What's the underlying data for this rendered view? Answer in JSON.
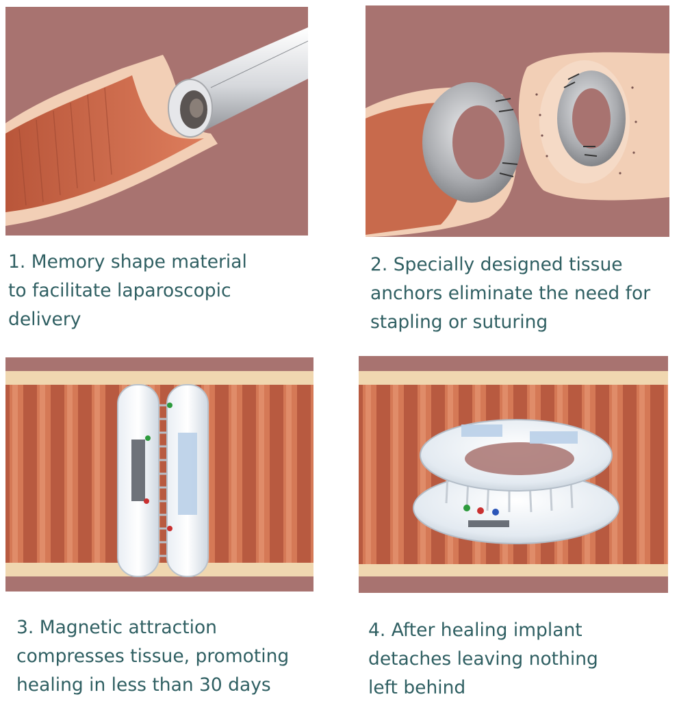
{
  "steps": [
    {
      "number": 1,
      "caption": "1. Memory shape material\nto facilitate laparoscopic\ndelivery",
      "illustration": "laparoscopic-delivery-illustration"
    },
    {
      "number": 2,
      "caption": "2. Specially designed tissue\nanchors eliminate the need for\nstapling or suturing",
      "illustration": "tissue-anchors-illustration"
    },
    {
      "number": 3,
      "caption": "3. Magnetic attraction\ncompresses tissue, promoting\nhealing in less than 30 days",
      "illustration": "magnetic-compression-illustration"
    },
    {
      "number": 4,
      "caption": "4. After healing implant\ndetaches leaving nothing\nleft behind",
      "illustration": "implant-detached-illustration"
    }
  ],
  "colors": {
    "background": "#a87370",
    "tissue_outer": "#f2cfb6",
    "tissue_inner": "#c86a4c",
    "device_gray": "#9ea0a4",
    "device_white": "#eef0f2",
    "caption_text": "#2f5f62"
  }
}
